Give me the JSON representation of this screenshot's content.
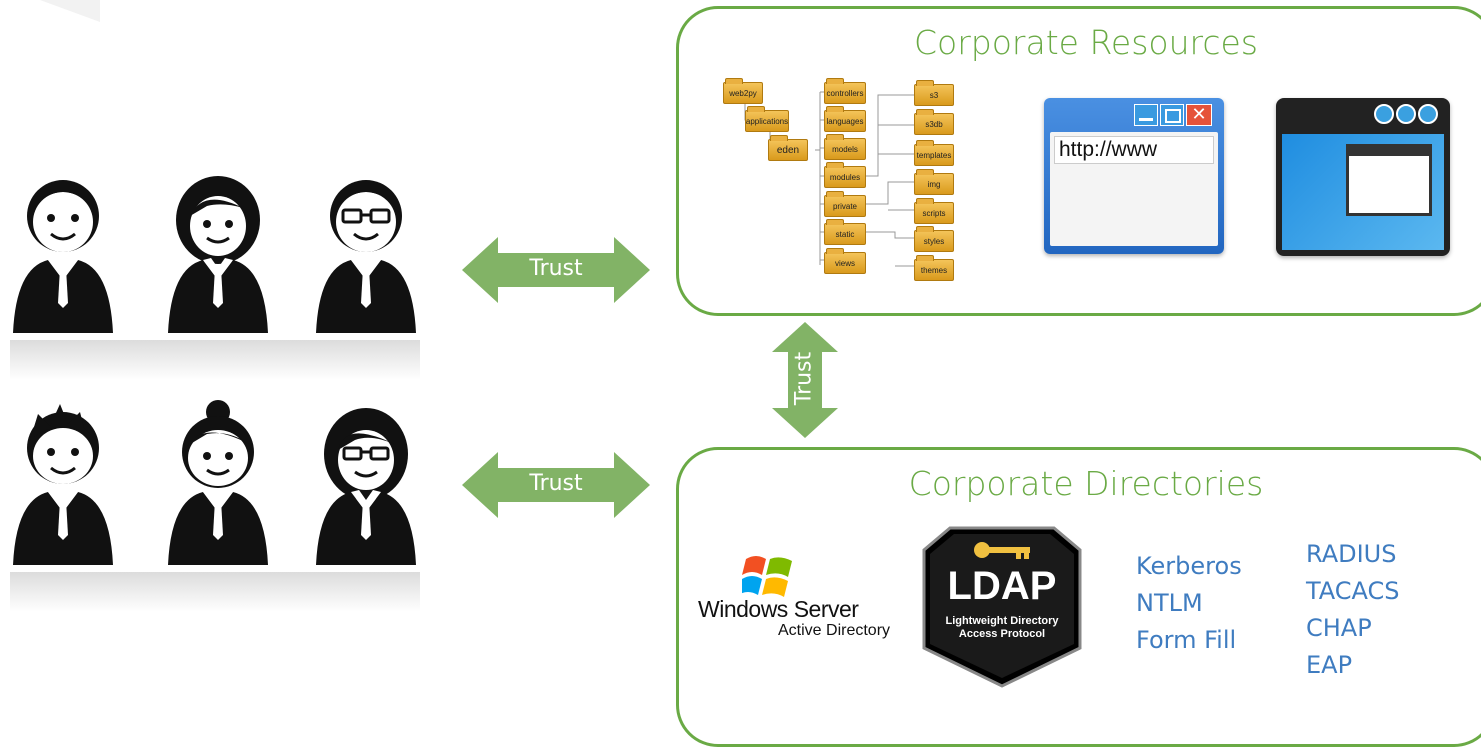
{
  "resources": {
    "title": "Corporate Resources",
    "folders": {
      "root": "web2py",
      "applications": "applications",
      "app": "eden",
      "level3": [
        "controllers",
        "languages",
        "models",
        "modules",
        "private",
        "static",
        "views"
      ],
      "level4": [
        "s3",
        "s3db",
        "templates",
        "img",
        "scripts",
        "styles",
        "themes"
      ]
    },
    "browser_url": "http://www"
  },
  "directories": {
    "title": "Corporate Directories",
    "windows": {
      "name": "Windows Server",
      "sub": "Active Directory"
    },
    "ldap": {
      "title": "LDAP",
      "sub1": "Lightweight Directory",
      "sub2": "Access Protocol"
    },
    "protocols_col1": [
      "Kerberos",
      "NTLM",
      "Form Fill"
    ],
    "protocols_col2": [
      "RADIUS",
      "TACACS",
      "CHAP",
      "EAP"
    ]
  },
  "arrows": {
    "top": "Trust",
    "bottom": "Trust",
    "vertical": "Trust"
  },
  "colors": {
    "green": "#6aaa45",
    "arrow": "#82b366",
    "blue_text": "#3f7cc0"
  },
  "users": [
    "man-icon",
    "woman-icon",
    "man-glasses-icon",
    "man-spiky-icon",
    "woman-bun-icon",
    "woman-glasses-icon"
  ]
}
